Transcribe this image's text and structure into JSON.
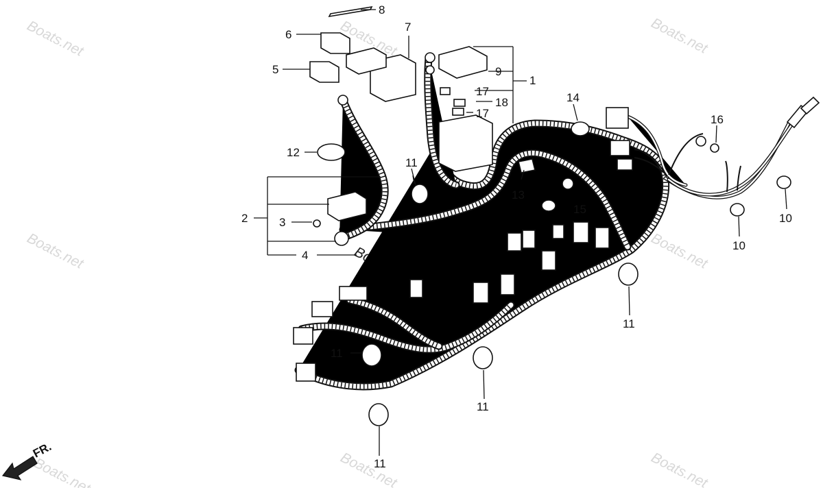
{
  "watermark_text": "Boats.net",
  "watermark_center_text": "Boats.net",
  "direction_indicator": "FR.",
  "callouts": [
    {
      "id": "c1",
      "label": "1"
    },
    {
      "id": "c2",
      "label": "2"
    },
    {
      "id": "c3",
      "label": "3"
    },
    {
      "id": "c4",
      "label": "4"
    },
    {
      "id": "c5",
      "label": "5"
    },
    {
      "id": "c6",
      "label": "6"
    },
    {
      "id": "c7",
      "label": "7"
    },
    {
      "id": "c8",
      "label": "8"
    },
    {
      "id": "c9",
      "label": "9"
    },
    {
      "id": "c10a",
      "label": "10"
    },
    {
      "id": "c10b",
      "label": "10"
    },
    {
      "id": "c11a",
      "label": "11"
    },
    {
      "id": "c11b",
      "label": "11"
    },
    {
      "id": "c11c",
      "label": "11"
    },
    {
      "id": "c11d",
      "label": "11"
    },
    {
      "id": "c11e",
      "label": "11"
    },
    {
      "id": "c12",
      "label": "12"
    },
    {
      "id": "c13",
      "label": "13"
    },
    {
      "id": "c14",
      "label": "14"
    },
    {
      "id": "c15",
      "label": "15"
    },
    {
      "id": "c16",
      "label": "16"
    },
    {
      "id": "c17a",
      "label": "17"
    },
    {
      "id": "c17b",
      "label": "17"
    },
    {
      "id": "c18",
      "label": "18"
    }
  ]
}
